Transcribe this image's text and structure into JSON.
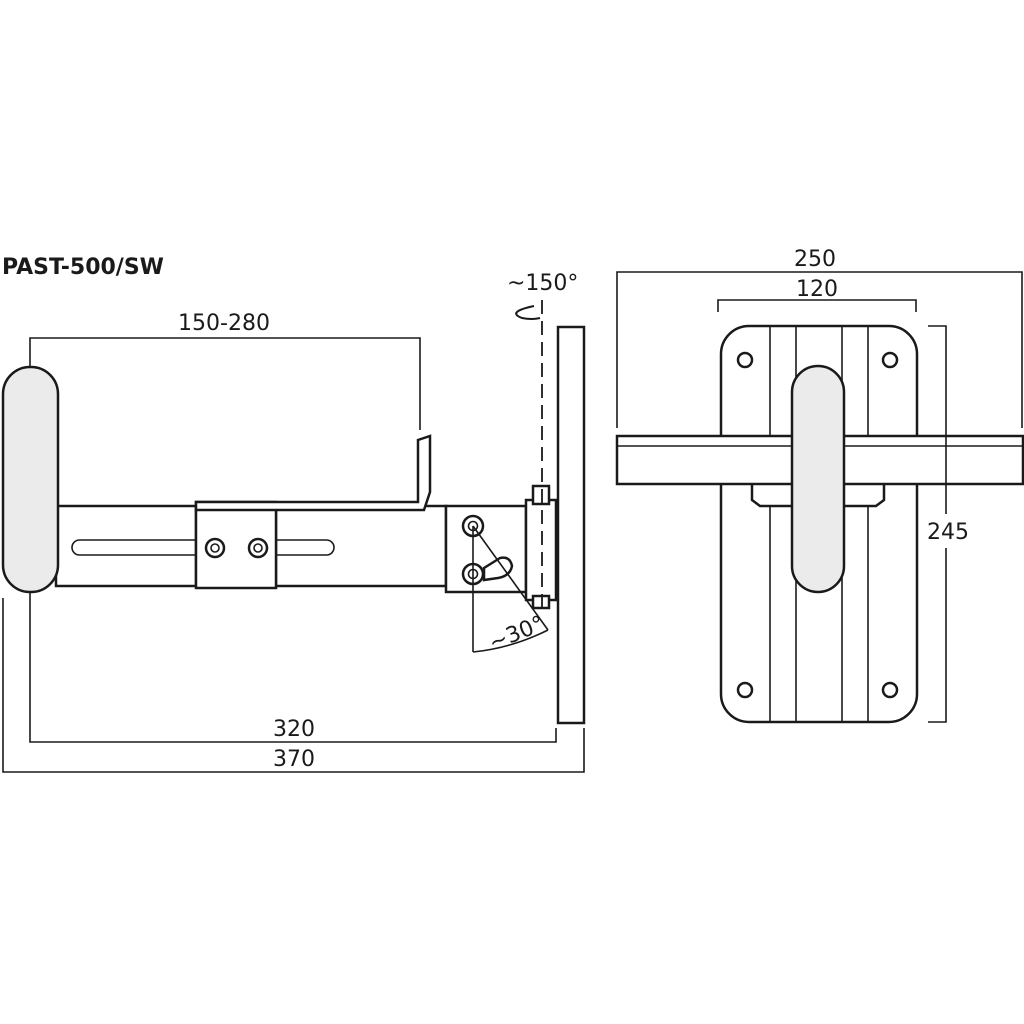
{
  "title": "PAST-500/SW",
  "side_view": {
    "dim_arm_range": "150-280",
    "dim_rotation": "~150°",
    "dim_tilt": "~30°",
    "dim_inner_length": "320",
    "dim_total_length": "370"
  },
  "front_view": {
    "dim_total_width": "250",
    "dim_hole_spacing": "120",
    "dim_plate_height": "245"
  }
}
